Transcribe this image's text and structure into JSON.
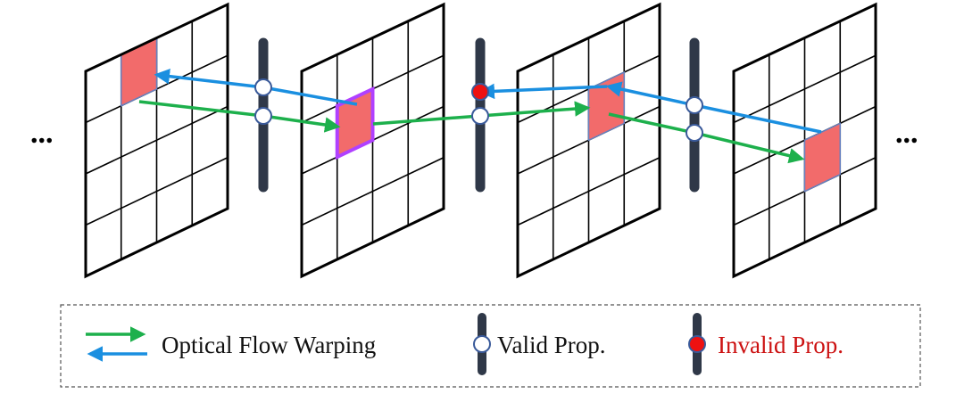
{
  "colors": {
    "grid_stroke": "#000000",
    "cell_fill": "#f26b6b",
    "cell_highlight_border": "#b040ff",
    "cell_border": "#6680c0",
    "backward_arrow": "#1a8fe0",
    "forward_arrow": "#1db04c",
    "pipe": "#2f3848",
    "valid_node_fill": "#ffffff",
    "node_border": "#3a5a9a",
    "invalid_node_fill": "#ee1111",
    "invalid_text": "#cc1111",
    "legend_border": "#555555"
  },
  "diagram": {
    "left_ellipsis": "...",
    "right_ellipsis": "...",
    "frames": [
      {
        "id": "frame-1",
        "grid": "4x4",
        "highlight": {
          "row": 0,
          "col": 1
        }
      },
      {
        "id": "frame-2",
        "grid": "4x4",
        "highlight": {
          "row": 1,
          "col": 1
        },
        "emphasized": true
      },
      {
        "id": "frame-3",
        "grid": "4x4",
        "highlight": {
          "row": 1,
          "col": 2
        }
      },
      {
        "id": "frame-4",
        "grid": "4x4",
        "highlight": {
          "row": 2,
          "col": 2
        }
      }
    ],
    "propagation_nodes": [
      {
        "between": "frame-1/frame-2",
        "flow": "backward",
        "status": "valid"
      },
      {
        "between": "frame-1/frame-2",
        "flow": "forward",
        "status": "valid"
      },
      {
        "between": "frame-2/frame-3",
        "flow": "backward",
        "status": "invalid"
      },
      {
        "between": "frame-2/frame-3",
        "flow": "forward",
        "status": "valid"
      },
      {
        "between": "frame-3/frame-4",
        "flow": "backward",
        "status": "valid"
      },
      {
        "between": "frame-3/frame-4",
        "flow": "forward",
        "status": "valid"
      }
    ]
  },
  "legend": {
    "flow_label": "Optical Flow Warping",
    "valid_label": "Valid Prop.",
    "invalid_label": "Invalid Prop."
  }
}
